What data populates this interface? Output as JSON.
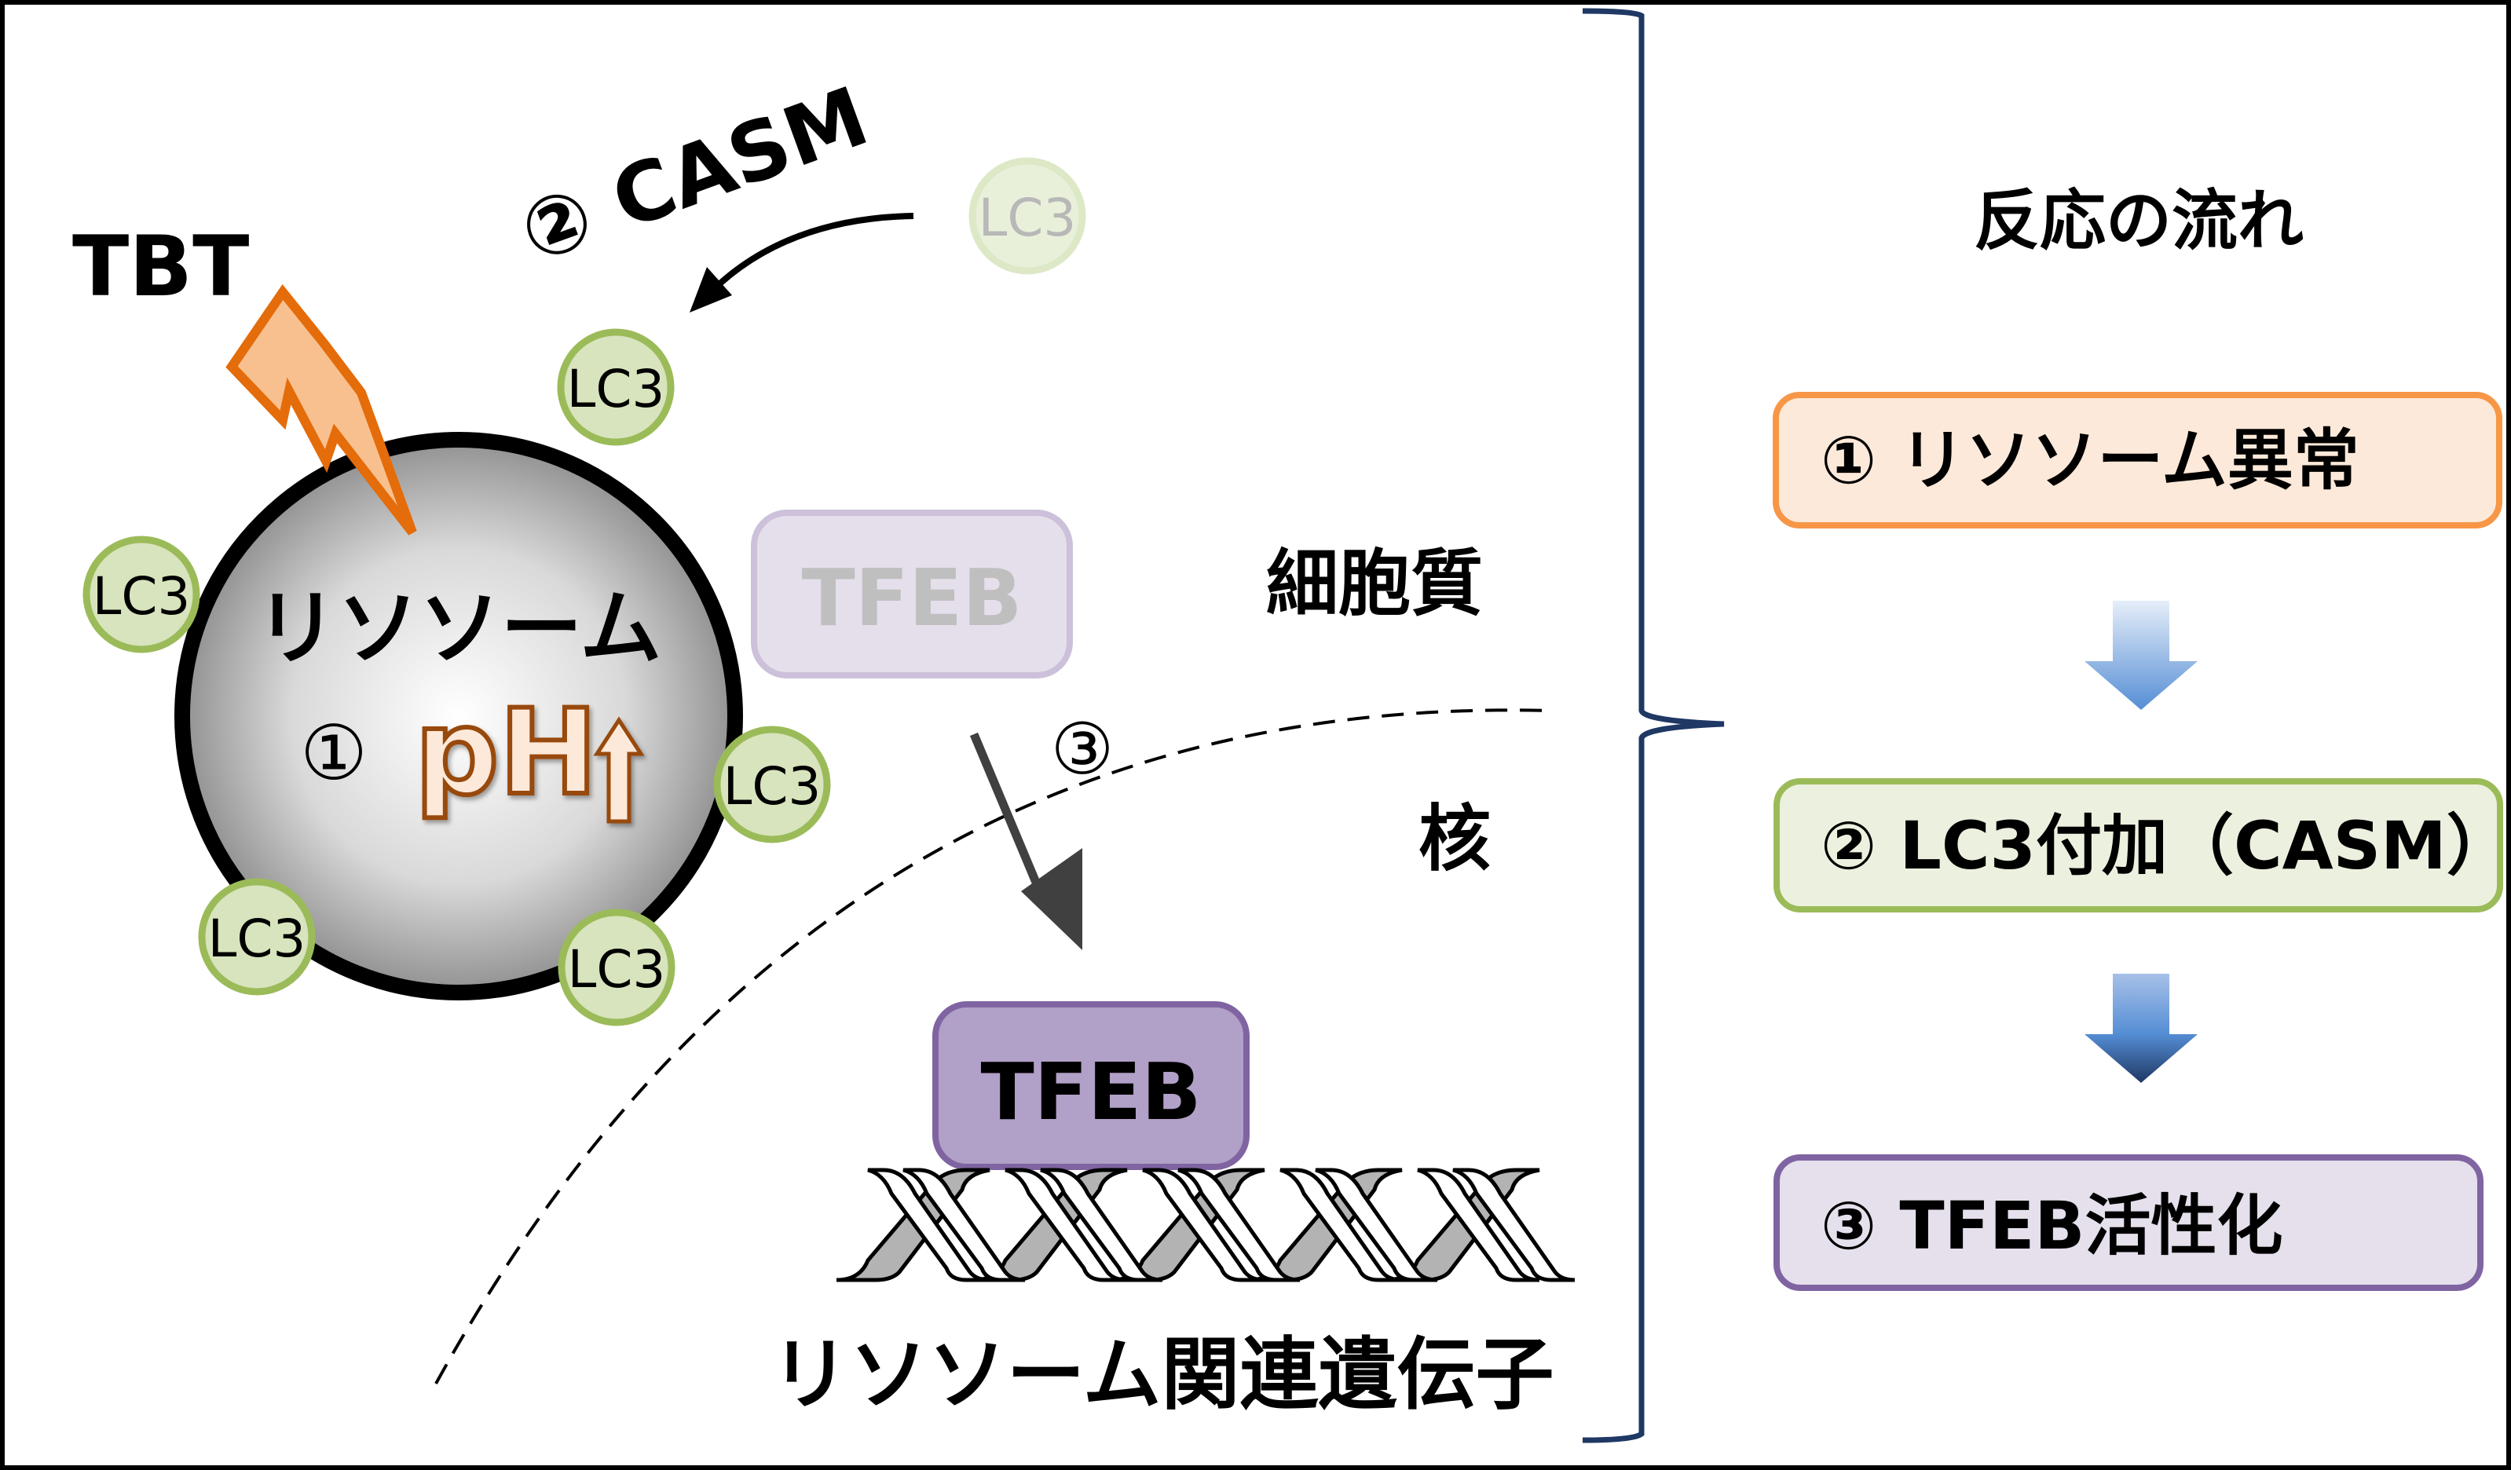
{
  "diagram": {
    "title_stimulus": "TBT",
    "step2_label": "② CASM",
    "lysosome": {
      "label": "リソソーム",
      "step_marker": "①",
      "ph_label": "pH",
      "ph_direction": "up"
    },
    "lc3_label": "LC3",
    "lc3_faded_label": "LC3",
    "tfeb_inactive_label": "TFEB",
    "tfeb_active_label": "TFEB",
    "step3_marker": "③",
    "cytoplasm_label": "細胞質",
    "nucleus_label": "核",
    "gene_label": "リソソーム関連遺伝子"
  },
  "flow": {
    "title": "反応の流れ",
    "steps": [
      {
        "label": "① リソソーム異常",
        "fill": "#fde9d9",
        "stroke": "#f79646"
      },
      {
        "label": "② LC3付加（CASM）",
        "fill": "#ebf1de",
        "stroke": "#9bbb59"
      },
      {
        "label": "③ TFEB活性化",
        "fill": "#e5e0ec",
        "stroke": "#8064a2"
      }
    ]
  },
  "colors": {
    "lc3_fill": "#d7e4bd",
    "lc3_stroke": "#9bbb59",
    "bolt_fill": "#f9c08f",
    "bolt_stroke": "#e46c0a",
    "ph_text": "#984807",
    "tfeb_active_fill": "#b1a0c7",
    "tfeb_active_stroke": "#8064a2",
    "bracket": "#1f3864",
    "flow_arrow": "#558ed5"
  }
}
